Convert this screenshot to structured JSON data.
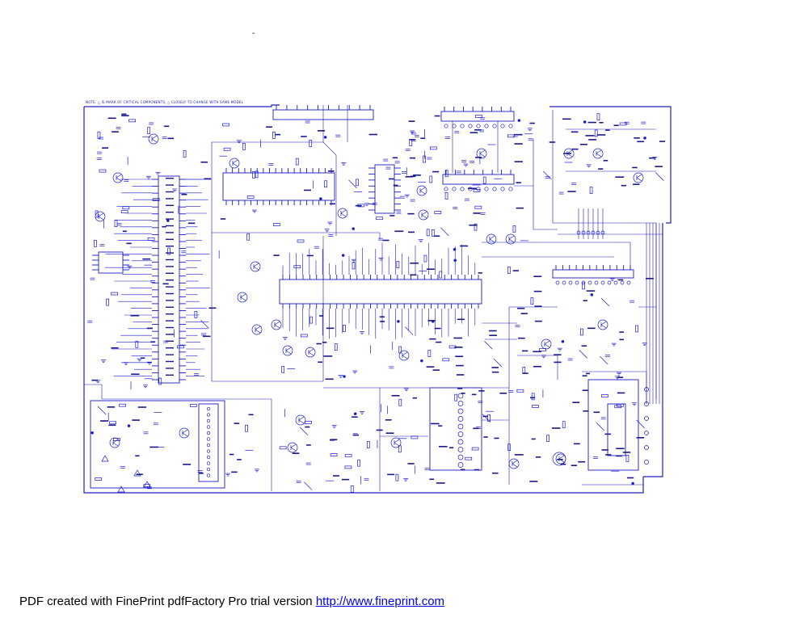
{
  "header": {
    "mark": "-"
  },
  "note": {
    "text": "NOTE: △ IS MARK OF CRITICAL COMPONENTS, △ CLOSELY TO CHANGE WITH SAME MODEL"
  },
  "footer": {
    "text": "PDF created with FinePrint pdfFactory Pro trial version",
    "link": "http://www.fineprint.com"
  },
  "colors": {
    "wire": "#1a1ad0",
    "frame": "#2020c0",
    "text": "#000000"
  }
}
